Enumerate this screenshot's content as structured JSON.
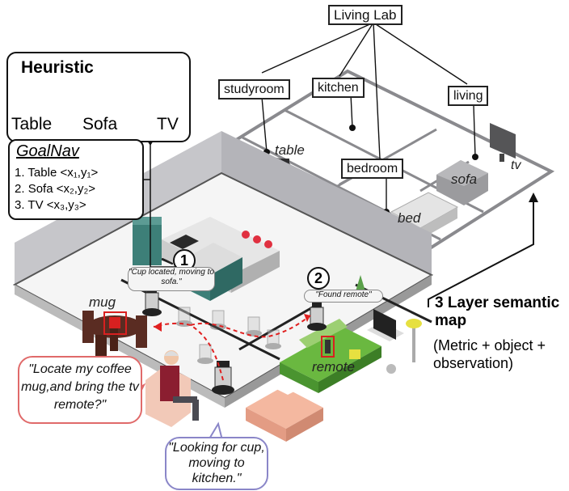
{
  "top": {
    "living_lab": "Living Lab",
    "rooms": [
      "studyroom",
      "kitchen",
      "living",
      "bedroom"
    ],
    "objects": [
      "table",
      "sofa",
      "tv",
      "bed"
    ]
  },
  "heuristic": {
    "title": "Heuristic",
    "steps": [
      "Table",
      "Sofa",
      "TV"
    ]
  },
  "goalnav": {
    "title": "GoalNav",
    "items": [
      {
        "num": "1.",
        "name": "Table",
        "coord": "<x₁,y₁>"
      },
      {
        "num": "2.",
        "name": "Sofa",
        "coord": "<x₂,y₂>"
      },
      {
        "num": "3.",
        "name": "TV",
        "coord": "<x₃,y₃>"
      }
    ]
  },
  "steps": {
    "one": "1",
    "two": "2",
    "cup_located": "\"Cup located, moving to sofa.\"",
    "found_remote": "\"Found remote\""
  },
  "scene": {
    "mug": "mug",
    "remote": "remote"
  },
  "semantic_map": {
    "title": "3 Layer semantic map",
    "subtitle": "(Metric + object + observation)"
  },
  "bubbles": {
    "user": "\"Locate my coffee mug,and bring the tv remote?\"",
    "robot": "\"Looking for cup, moving to kitchen.\""
  },
  "colors": {
    "user_bubble_border": "#e06a6a",
    "robot_bubble_border": "#8a86c8",
    "path_red": "#e02020",
    "sofa_green": "#52c84a",
    "wall_grey": "#c8c8cc",
    "floor": "#f2f2f2"
  }
}
